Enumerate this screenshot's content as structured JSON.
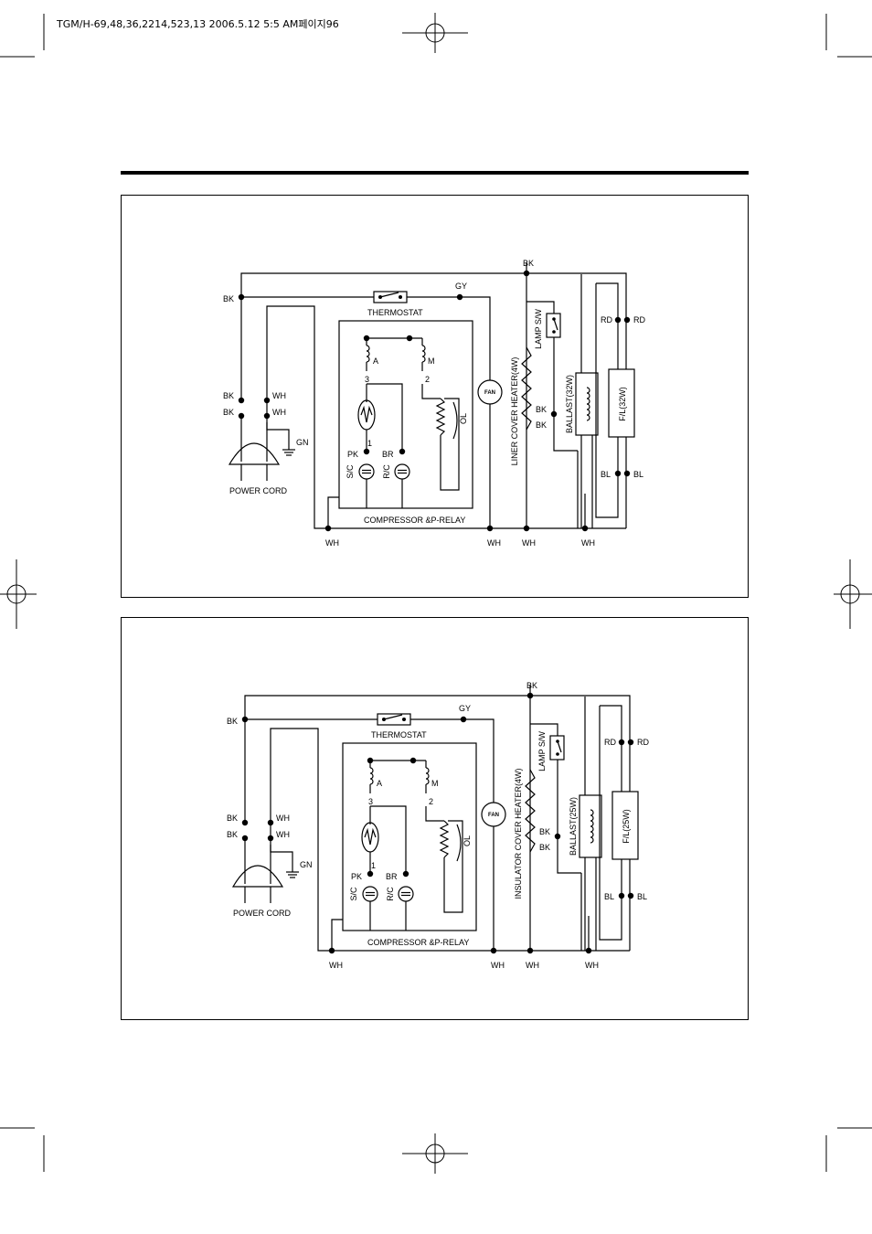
{
  "header": {
    "text": "TGM/H-69,48,36,2214,523,13  2006.5.12 5:5 AM페이지96"
  },
  "diagrams": [
    {
      "labels": {
        "top_bk": "BK",
        "left_bk": "BK",
        "thermostat": "THERMOSTAT",
        "gy": "GY",
        "bk_a": "BK",
        "bk_b": "BK",
        "wh_a": "WH",
        "wh_b": "WH",
        "gn": "GN",
        "power_cord": "POWER CORD",
        "a": "A",
        "m": "M",
        "n3": "3",
        "n2": "2",
        "n1": "1",
        "ol": "OL",
        "pk": "PK",
        "br": "BR",
        "sc": "S/C",
        "rc": "R/C",
        "fan": "FAN",
        "heater": "LINER COVER HEATER(4W)",
        "lamp_sw": "LAMP S/W",
        "bk_c": "BK",
        "bk_d": "BK",
        "ballast": "BALLAST(32W)",
        "fl": "F/L(32W)",
        "rd_l": "RD",
        "rd_r": "RD",
        "bl_l": "BL",
        "bl_r": "BL",
        "compressor": "COMPRESSOR &P-RELAY",
        "wh_1": "WH",
        "wh_2": "WH",
        "wh_3": "WH",
        "wh_4": "WH"
      }
    },
    {
      "labels": {
        "top_bk": "BK",
        "left_bk": "BK",
        "thermostat": "THERMOSTAT",
        "gy": "GY",
        "bk_a": "BK",
        "bk_b": "BK",
        "wh_a": "WH",
        "wh_b": "WH",
        "gn": "GN",
        "power_cord": "POWER CORD",
        "a": "A",
        "m": "M",
        "n3": "3",
        "n2": "2",
        "n1": "1",
        "ol": "OL",
        "pk": "PK",
        "br": "BR",
        "sc": "S/C",
        "rc": "R/C",
        "fan": "FAN",
        "heater": "INSULATOR COVER HEATER(4W)",
        "lamp_sw": "LAMP S/W",
        "bk_c": "BK",
        "bk_d": "BK",
        "ballast": "BALLAST(25W)",
        "fl": "F/L(25W)",
        "rd_l": "RD",
        "rd_r": "RD",
        "bl_l": "BL",
        "bl_r": "BL",
        "compressor": "COMPRESSOR &P-RELAY",
        "wh_1": "WH",
        "wh_2": "WH",
        "wh_3": "WH",
        "wh_4": "WH"
      }
    }
  ]
}
